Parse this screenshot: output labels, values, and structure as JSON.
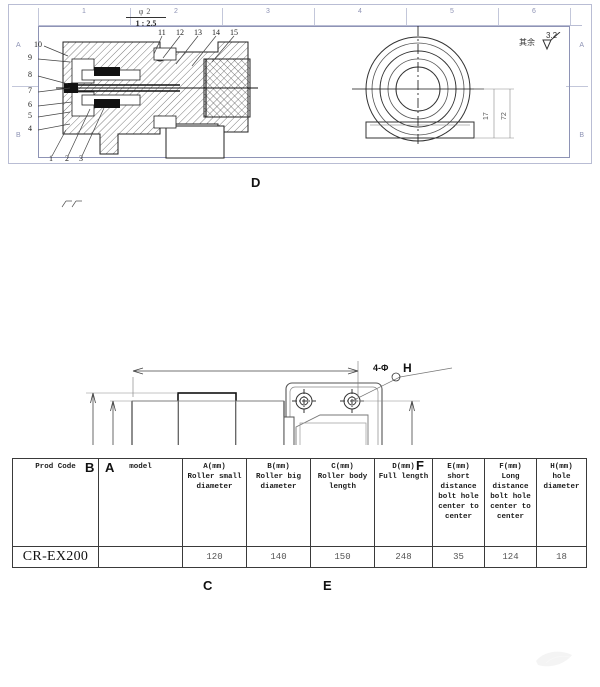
{
  "drawing_sheet": {
    "scale_symbol": "φ",
    "scale_top_label": "2",
    "scale_value": "1 : 2.5",
    "grid_columns": [
      "1",
      "2",
      "3",
      "4",
      "5",
      "6"
    ],
    "grid_rows": [
      "A",
      "B"
    ],
    "surface_finish": {
      "label": "其余",
      "value": "3.2"
    },
    "section_callouts": {
      "left": [
        "10",
        "9",
        "8",
        "7",
        "6",
        "5",
        "4"
      ],
      "bottom": [
        "1",
        "2",
        "3"
      ],
      "top_right": [
        "11",
        "12",
        "13",
        "14",
        "15"
      ]
    },
    "end_view_dimensions": [
      "17",
      "72"
    ]
  },
  "main_drawing": {
    "dimension_labels": {
      "A": "A",
      "B": "B",
      "C": "C",
      "D": "D",
      "E": "E",
      "F": "F",
      "H": "H"
    },
    "hole_note": "4-Φ"
  },
  "spec_table": {
    "headers": [
      {
        "unit": "Prod Code",
        "desc": ""
      },
      {
        "unit": "model",
        "desc": ""
      },
      {
        "unit": "A(mm)",
        "desc": "Roller small diameter"
      },
      {
        "unit": "B(mm)",
        "desc": "Roller big diameter"
      },
      {
        "unit": "C(mm)",
        "desc": "Roller body length"
      },
      {
        "unit": "D(mm)",
        "desc": "Full length"
      },
      {
        "unit": "E(mm)",
        "desc": "short distance bolt hole center to center"
      },
      {
        "unit": "F(mm)",
        "desc": "Long distance bolt hole center to center"
      },
      {
        "unit": "H(mm)",
        "desc": "hole diameter"
      }
    ],
    "rows": [
      {
        "prod_code": "CR-EX200",
        "model": "",
        "a": "120",
        "b": "140",
        "c": "150",
        "d": "248",
        "e": "35",
        "f": "124",
        "h": "18"
      }
    ]
  }
}
